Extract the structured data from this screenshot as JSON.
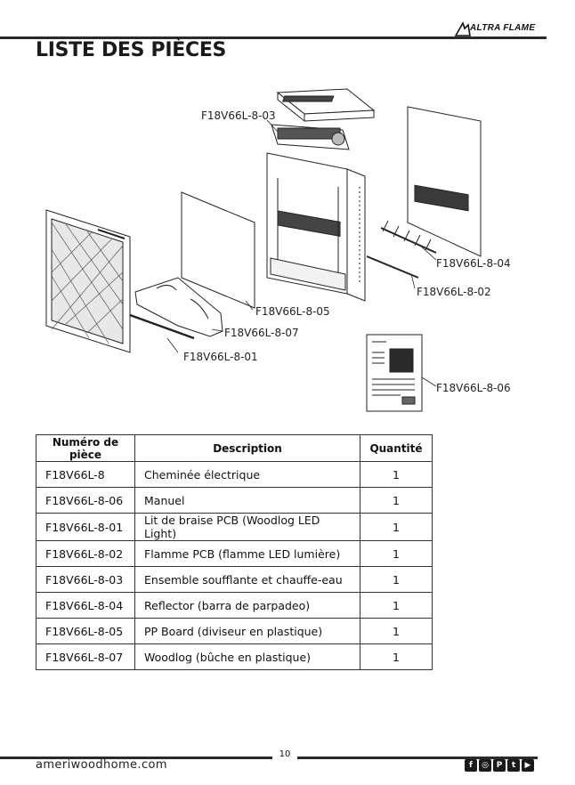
{
  "header": {
    "brand": "ALTRA FLAME",
    "title": "LISTE DES PIÈCES"
  },
  "diagram": {
    "callouts": [
      "F18V66L-8-03",
      "F18V66L-8-04",
      "F18V66L-8-02",
      "F18V66L-8-05",
      "F18V66L-8-07",
      "F18V66L-8-01",
      "F18V66L-8-06"
    ]
  },
  "table": {
    "headers": [
      "Numéro de pièce",
      "Description",
      "Quantité"
    ],
    "rows": [
      [
        "F18V66L-8",
        "Cheminée électrique",
        "1"
      ],
      [
        "F18V66L-8-06",
        "Manuel",
        "1"
      ],
      [
        "F18V66L-8-01",
        "Lit de braise PCB (Woodlog LED Light)",
        "1"
      ],
      [
        "F18V66L-8-02",
        "Flamme PCB (flamme LED lumière)",
        "1"
      ],
      [
        "F18V66L-8-03",
        "Ensemble soufflante et chauffe-eau",
        "1"
      ],
      [
        "F18V66L-8-04",
        "Reflector (barra de parpadeo)",
        "1"
      ],
      [
        "F18V66L-8-05",
        "PP Board (diviseur en plastique)",
        "1"
      ],
      [
        "F18V66L-8-07",
        "Woodlog (bûche en plastique)",
        "1"
      ]
    ]
  },
  "footer": {
    "website": "ameriwoodhome.com",
    "page_number": "10",
    "social_icons": [
      "facebook-icon",
      "instagram-icon",
      "pinterest-icon",
      "twitter-icon",
      "youtube-icon"
    ]
  },
  "colors": {
    "rule": "#2a2a2a",
    "text": "#111111"
  }
}
